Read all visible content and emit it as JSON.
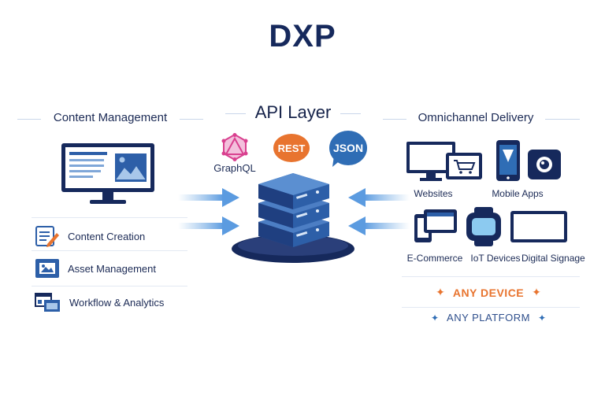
{
  "title": "DXP",
  "content_management": {
    "heading": "Content Management",
    "items": [
      {
        "label": "Content Creation",
        "icon": "document-edit-icon"
      },
      {
        "label": "Asset Management",
        "icon": "image-asset-icon"
      },
      {
        "label": "Workflow & Analytics",
        "icon": "workflow-windows-icon"
      }
    ]
  },
  "api_layer": {
    "heading": "API Layer",
    "graphql_label": "GraphQL",
    "rest_label": "REST",
    "json_label": "JSON"
  },
  "omnichannel": {
    "heading": "Omnichannel Delivery",
    "devices": [
      {
        "label": "Websites",
        "icon": "desktop-cart-icon"
      },
      {
        "label": "Mobile Apps",
        "icon": "mobile-icon"
      },
      {
        "label": "E-Commerce",
        "icon": "ecommerce-devices-icon"
      },
      {
        "label": "IoT Devices",
        "icon": "smartwatch-icon"
      },
      {
        "label": "Digital Signage",
        "icon": "signage-screen-icon"
      }
    ],
    "tagline_1": "ANY DEVICE",
    "tagline_2": "ANY PLATFORM"
  },
  "colors": {
    "navy": "#16295c",
    "blue": "#2d5fa8",
    "light_blue": "#7fb3e6",
    "orange": "#e8742f",
    "graphql_pink": "#d9408f",
    "json_blue": "#2f6db5"
  }
}
